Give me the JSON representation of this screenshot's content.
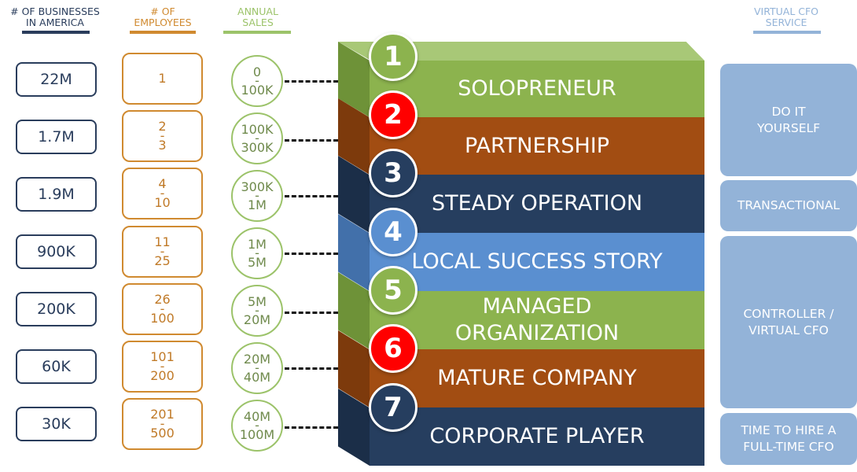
{
  "colors": {
    "navy": "#2a3d5c",
    "orange": "#d08a30",
    "green": "#9cc36a",
    "service_blue": "#93b3d8",
    "number_red": "#ff0000"
  },
  "headers": {
    "businesses": [
      "# of Businesses",
      "in America"
    ],
    "employees": [
      "# of",
      "Employees"
    ],
    "sales": [
      "Annual",
      "Sales"
    ],
    "service": [
      "Virtual CFO",
      "Service"
    ]
  },
  "businesses": [
    "22M",
    "1.7M",
    "1.9M",
    "900K",
    "200K",
    "60K",
    "30K"
  ],
  "employees": [
    [
      "1"
    ],
    [
      "2",
      "-",
      "3"
    ],
    [
      "4",
      "-",
      "10"
    ],
    [
      "11",
      "-",
      "25"
    ],
    [
      "26",
      "-",
      "100"
    ],
    [
      "101",
      "-",
      "200"
    ],
    [
      "201",
      "-",
      "500"
    ]
  ],
  "sales": [
    [
      "0",
      "-",
      "100K"
    ],
    [
      "100K",
      "-",
      "300K"
    ],
    [
      "300K",
      "-",
      "1M"
    ],
    [
      "1M",
      "-",
      "5M"
    ],
    [
      "5M",
      "-",
      "20M"
    ],
    [
      "20M",
      "-",
      "40M"
    ],
    [
      "40M",
      "-",
      "100M"
    ]
  ],
  "stages": [
    {
      "number": "1",
      "label": [
        "Solopreneur"
      ],
      "color": "#8cb34e",
      "side_color": "#6e9238",
      "badge_color": "#8cb34e"
    },
    {
      "number": "2",
      "label": [
        "Partnership"
      ],
      "color": "#a24d12",
      "side_color": "#7d3a0c",
      "badge_color": "#ff0000"
    },
    {
      "number": "3",
      "label": [
        "Steady Operation"
      ],
      "color": "#263e5f",
      "side_color": "#1b2e48",
      "badge_color": "#263e5f"
    },
    {
      "number": "4",
      "label": [
        "Local Success Story"
      ],
      "color": "#5a8fd0",
      "side_color": "#4270aa",
      "badge_color": "#5a8fd0"
    },
    {
      "number": "5",
      "label": [
        "Managed",
        "Organization"
      ],
      "color": "#8cb34e",
      "side_color": "#6e9238",
      "badge_color": "#8cb34e"
    },
    {
      "number": "6",
      "label": [
        "Mature Company"
      ],
      "color": "#a24d12",
      "side_color": "#7d3a0c",
      "badge_color": "#ff0000"
    },
    {
      "number": "7",
      "label": [
        "Corporate Player"
      ],
      "color": "#263e5f",
      "side_color": "#1b2e48",
      "badge_color": "#263e5f"
    }
  ],
  "services": [
    [
      "Do It",
      "Yourself"
    ],
    [
      "Transactional"
    ],
    [
      "Controller /",
      "Virtual CFO"
    ],
    [
      "Time to Hire a",
      "Full-Time CFO"
    ]
  ]
}
